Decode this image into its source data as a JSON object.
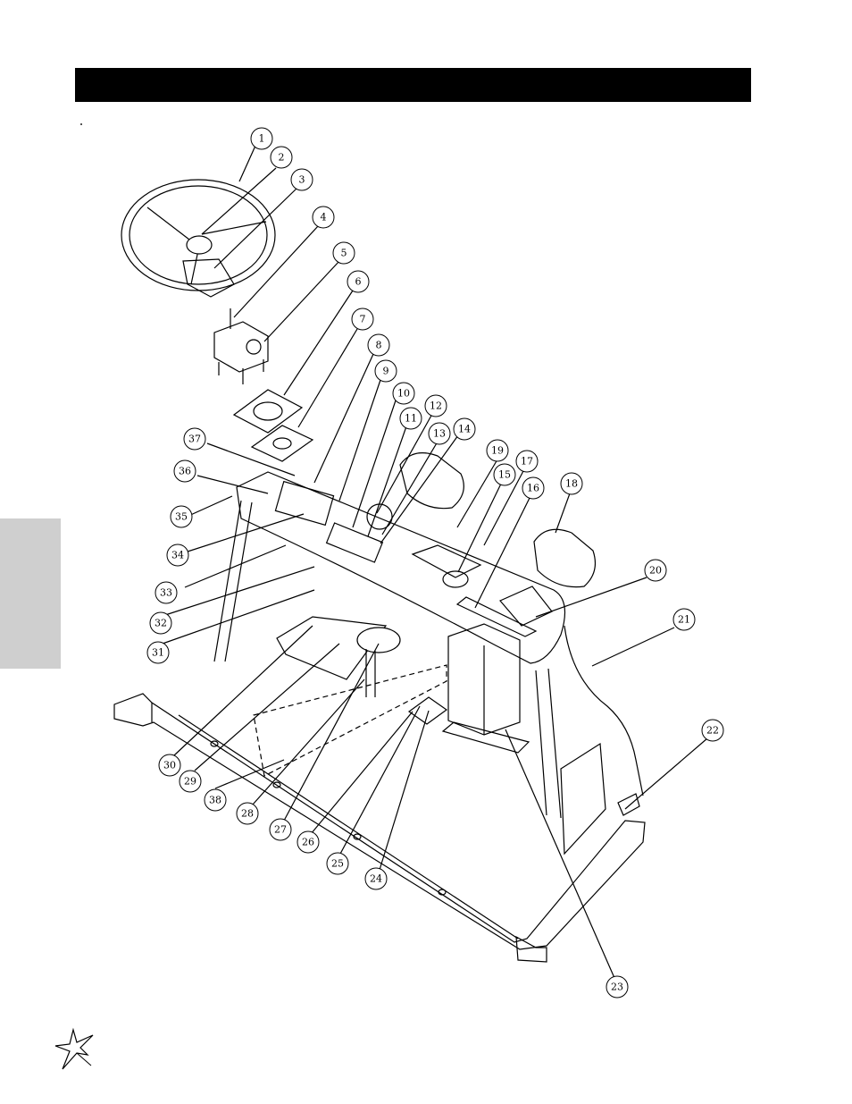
{
  "callouts": [
    "1",
    "2",
    "3",
    "4",
    "5",
    "6",
    "7",
    "8",
    "9",
    "10",
    "11",
    "12",
    "13",
    "14",
    "15",
    "16",
    "17",
    "18",
    "19",
    "20",
    "21",
    "22",
    "23",
    "24",
    "25",
    "26",
    "27",
    "28",
    "29",
    "30",
    "31",
    "32",
    "33",
    "34",
    "35",
    "36",
    "37",
    "38"
  ],
  "icons": {
    "logo": "star-burst-logo"
  }
}
